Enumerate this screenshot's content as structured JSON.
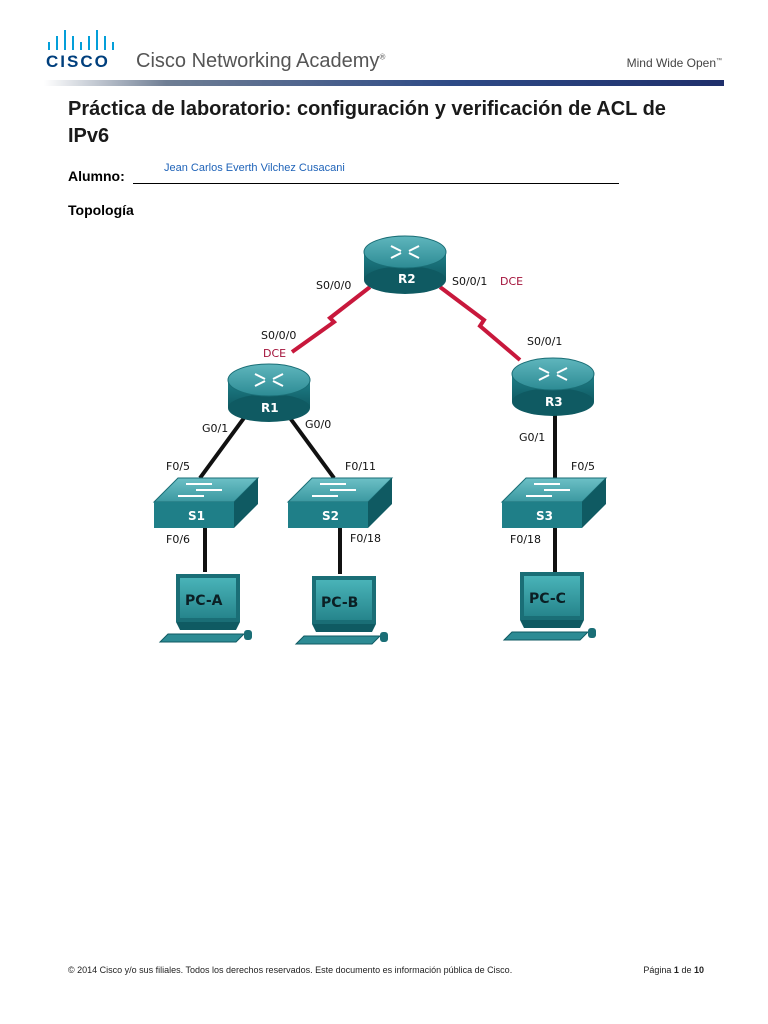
{
  "header": {
    "logo_text": "CISCO",
    "academy": "Cisco Networking Academy",
    "academy_mark": "®",
    "tagline": "Mind Wide Open",
    "tagline_mark": "™",
    "colors": {
      "logo_blue": "#049fd9",
      "brand_navy": "#003f7d",
      "rule": "#2e4a86"
    }
  },
  "document": {
    "title": "Práctica de laboratorio: configuración y verificación de ACL de IPv6",
    "student_label": "Alumno:",
    "student_name": "Jean Carlos Everth Vilchez Cusacani",
    "topology_heading": "Topología"
  },
  "topology": {
    "routers": [
      {
        "name": "R2"
      },
      {
        "name": "R1"
      },
      {
        "name": "R3"
      }
    ],
    "switches": [
      {
        "name": "S1"
      },
      {
        "name": "S2"
      },
      {
        "name": "S3"
      }
    ],
    "pcs": [
      {
        "name": "PC-A"
      },
      {
        "name": "PC-B"
      },
      {
        "name": "PC-C"
      }
    ],
    "interface_labels": {
      "r2_left": "S0/0/0",
      "r2_right": "S0/0/1",
      "r2_right_dce": "DCE",
      "r1_serial": "S0/0/0",
      "r1_dce": "DCE",
      "r3_serial": "S0/0/1",
      "r1_g01": "G0/1",
      "r1_g00": "G0/0",
      "r3_g01": "G0/1",
      "s1_up": "F0/5",
      "s2_up": "F0/11",
      "s3_up": "F0/5",
      "s1_down": "F0/6",
      "s2_down": "F0/18",
      "s3_down": "F0/18"
    },
    "colors": {
      "serial_link": "#c8183c",
      "device_teal": "#1f7f88",
      "dce_text": "#a3123a"
    }
  },
  "footer": {
    "copyright": "© 2014 Cisco y/o sus filiales. Todos los derechos reservados. Este documento es información pública de Cisco.",
    "page_word": "Página",
    "page_current": "1",
    "page_of": "de",
    "page_total": "10"
  }
}
